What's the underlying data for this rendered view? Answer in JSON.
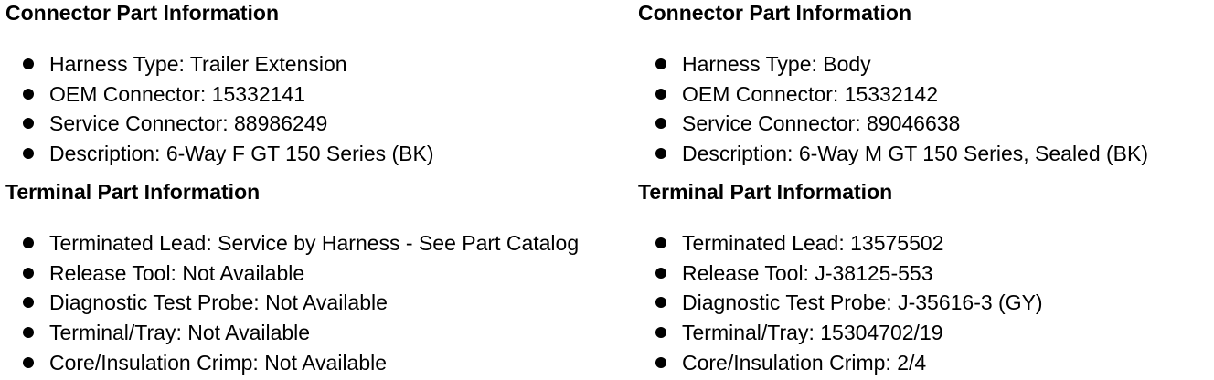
{
  "left": {
    "connector_heading": "Connector Part Information",
    "connector_items": [
      "Harness Type: Trailer Extension",
      "OEM Connector: 15332141",
      "Service Connector: 88986249",
      "Description: 6-Way F GT 150 Series (BK)"
    ],
    "terminal_heading": "Terminal Part Information",
    "terminal_items": [
      "Terminated Lead: Service by Harness - See Part Catalog",
      "Release Tool: Not Available",
      "Diagnostic Test Probe: Not Available",
      "Terminal/Tray: Not Available",
      "Core/Insulation Crimp: Not Available"
    ]
  },
  "right": {
    "connector_heading": "Connector Part Information",
    "connector_items": [
      "Harness Type: Body",
      "OEM Connector: 15332142",
      "Service Connector: 89046638",
      "Description: 6-Way M GT 150 Series, Sealed (BK)"
    ],
    "terminal_heading": "Terminal Part Information",
    "terminal_items": [
      "Terminated Lead: 13575502",
      "Release Tool: J-38125-553",
      "Diagnostic Test Probe: J-35616-3 (GY)",
      "Terminal/Tray: 15304702/19",
      "Core/Insulation Crimp: 2/4"
    ]
  }
}
